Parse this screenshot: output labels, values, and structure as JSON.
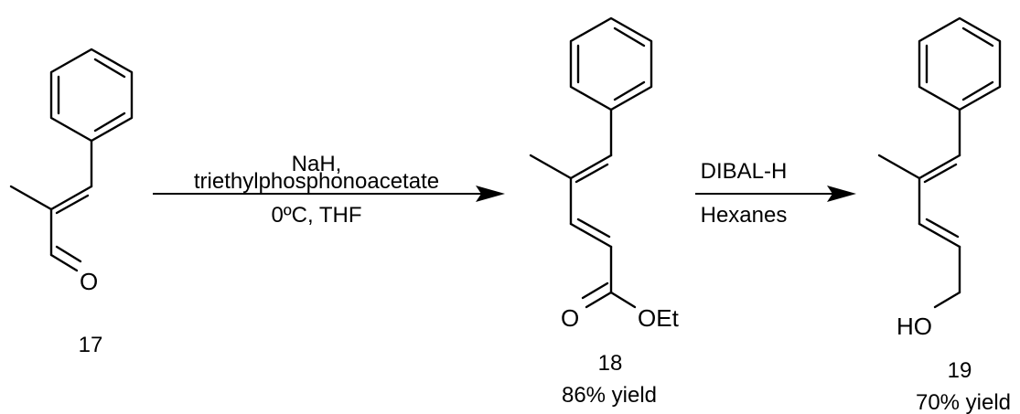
{
  "colors": {
    "ink": "#000000",
    "background": "#ffffff"
  },
  "compounds": [
    {
      "number": "17",
      "yield": "",
      "atoms": {
        "oxygen": "O"
      }
    },
    {
      "number": "18",
      "yield": "86% yield",
      "atoms": {
        "carbonyl_oxygen": "O",
        "ester": "OEt"
      }
    },
    {
      "number": "19",
      "yield": "70% yield",
      "atoms": {
        "hydroxyl": "HO"
      }
    }
  ],
  "reactions": [
    {
      "reagents": [
        "NaH,",
        "triethylphosphonoacetate"
      ],
      "conditions": "0ºC, THF"
    },
    {
      "reagents": [
        "DIBAL-H"
      ],
      "conditions": "Hexanes"
    }
  ]
}
